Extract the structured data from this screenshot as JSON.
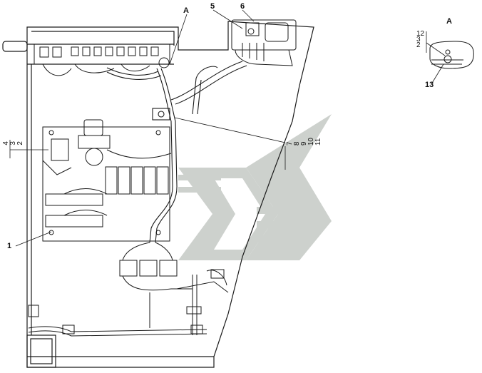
{
  "callouts": {
    "view_marker": "A",
    "item_1": "1",
    "item_5": "5",
    "item_6": "6",
    "item_13": "13"
  },
  "stack_left": [
    "4",
    "3",
    "2"
  ],
  "stack_right": [
    "7",
    "8",
    "9",
    "10",
    "11"
  ],
  "detail": {
    "title": "A",
    "stack": [
      "12",
      "3",
      "2"
    ]
  },
  "colors": {
    "line": "#1a1a1a",
    "watermark": "#c9cdc9"
  }
}
